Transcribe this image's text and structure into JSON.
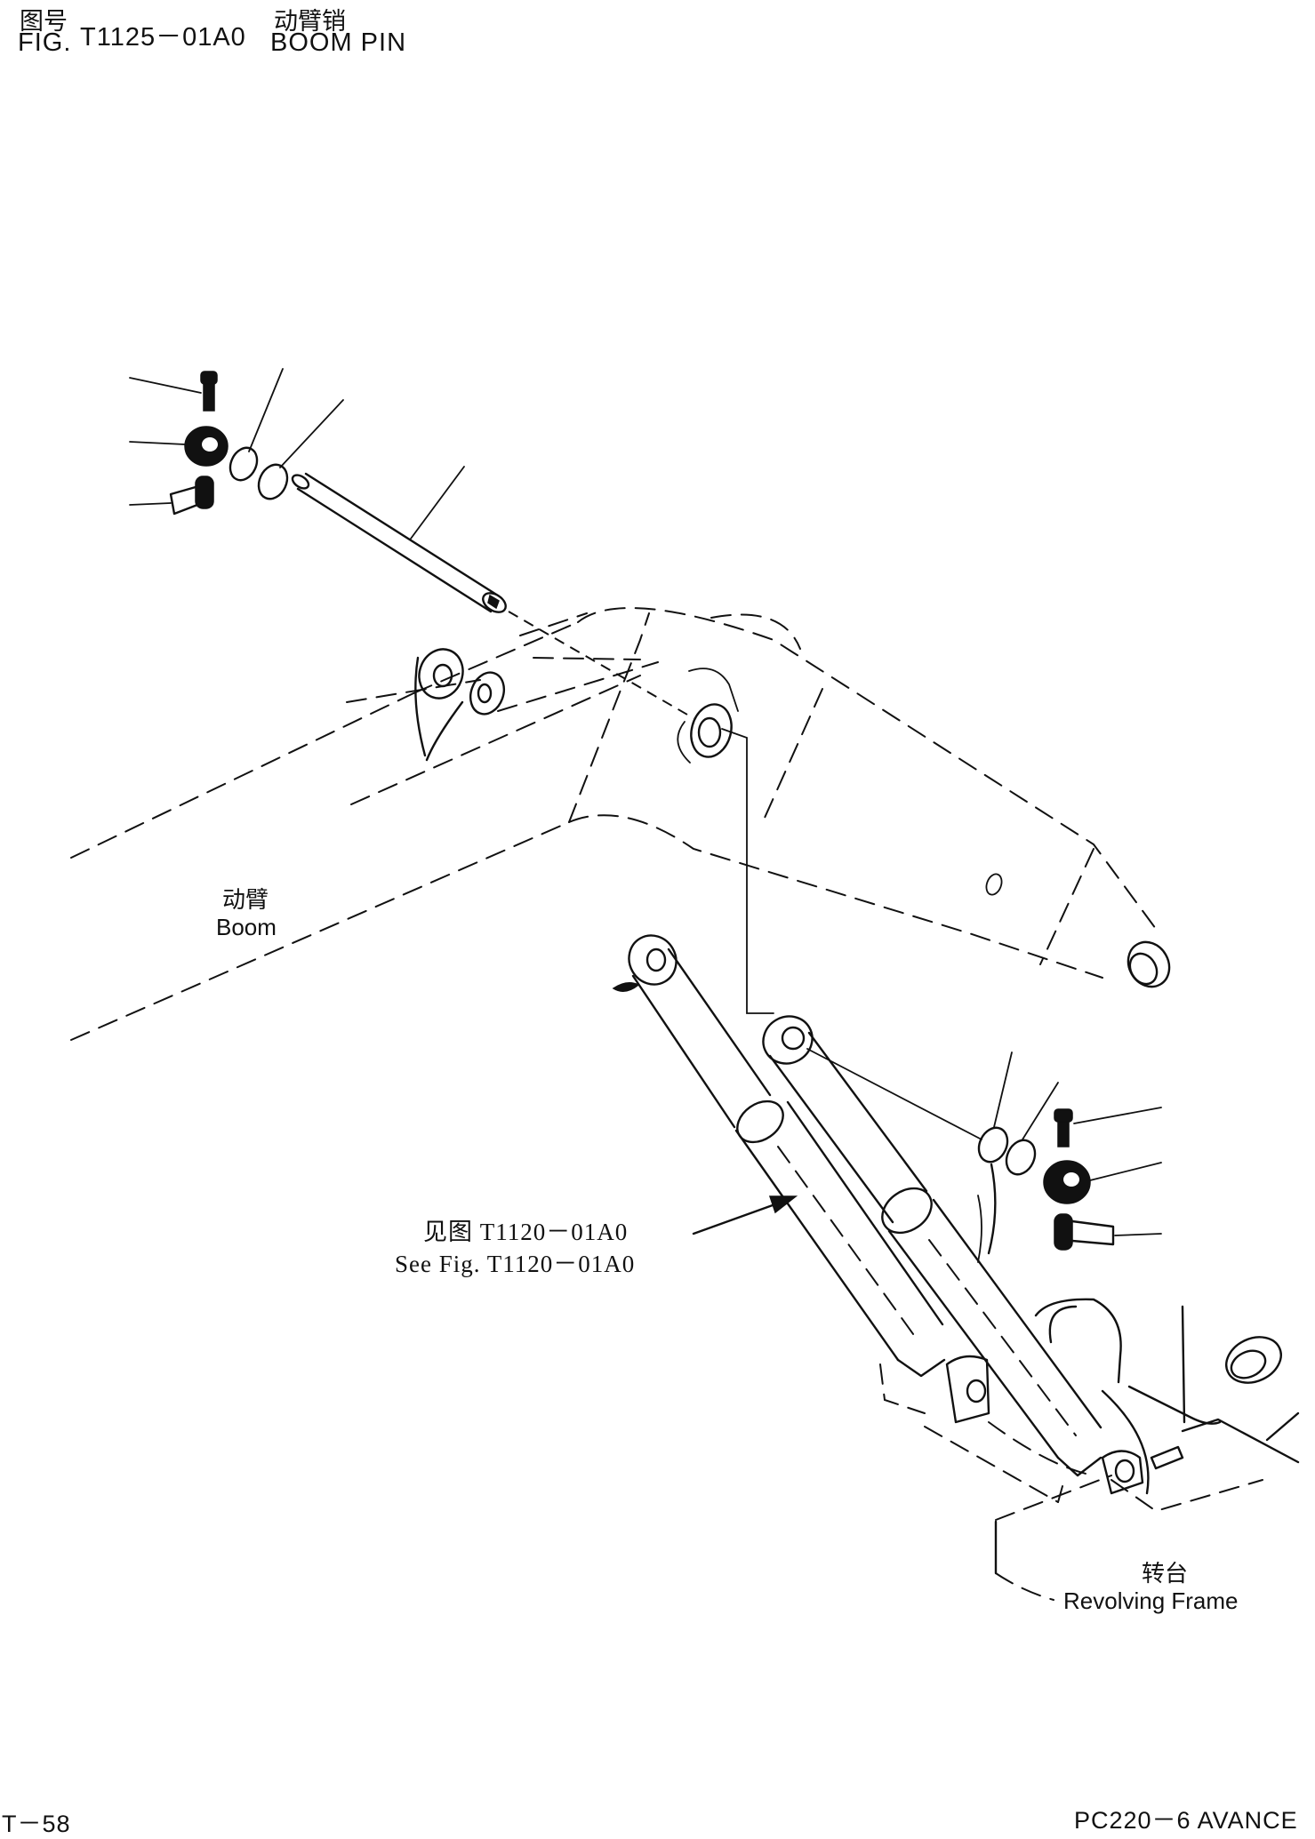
{
  "header": {
    "fig_label_cn": "图号",
    "fig_label_en": "FIG.",
    "fig_number": "T1125－01A0",
    "title_cn": "动臂销",
    "title_en": "BOOM PIN"
  },
  "labels": {
    "boom_cn": "动臂",
    "boom_en": "Boom",
    "ref_cn": "见图 T1120－01A0",
    "ref_en": "See Fig. T1120－01A0",
    "frame_cn": "转台",
    "frame_en": "Revolving Frame"
  },
  "footer": {
    "page": "T－58",
    "model": "PC220－6 AVANCE"
  }
}
